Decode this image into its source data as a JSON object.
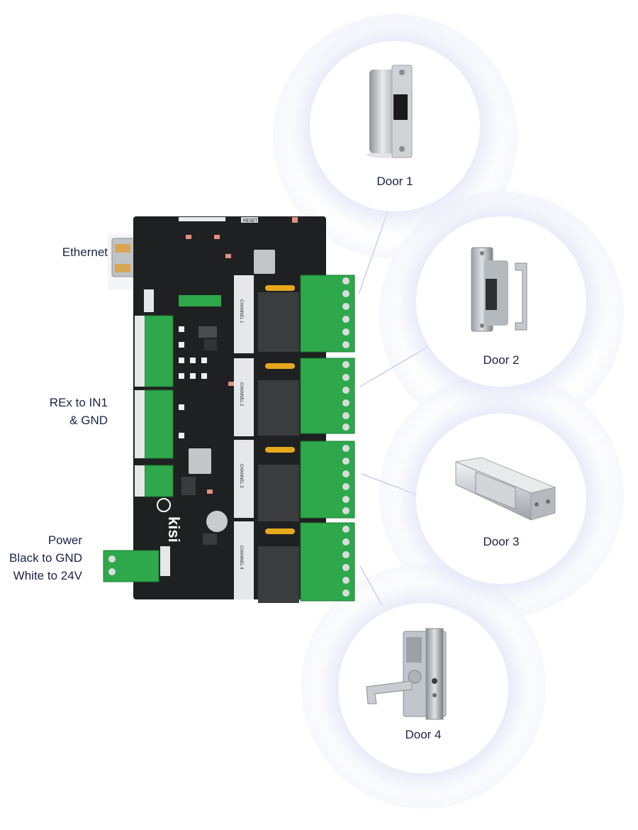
{
  "labels": {
    "ethernet": "Ethernet",
    "rex_line1": "REx to IN1",
    "rex_line2": "& GND",
    "power_line1": "Power",
    "power_line2": "Black to GND",
    "power_line3": "White to 24V"
  },
  "board": {
    "logo_text": "kisi",
    "reset_label": "RESET",
    "channel_labels": [
      "CHANNEL 1",
      "CHANNEL 2",
      "CHANNEL 3",
      "CHANNEL 4"
    ]
  },
  "doors": [
    {
      "label": "Door 1",
      "device": "electric strike (door 1)"
    },
    {
      "label": "Door 2",
      "device": "electric strike (door 2)"
    },
    {
      "label": "Door 3",
      "device": "magnetic lock"
    },
    {
      "label": "Door 4",
      "device": "mortise lock with lever handle"
    }
  ],
  "colors": {
    "text": "#1b2245",
    "board": "#1f2021",
    "terminal_green": "#2ea84a",
    "connector_line": "#c7cfee"
  }
}
